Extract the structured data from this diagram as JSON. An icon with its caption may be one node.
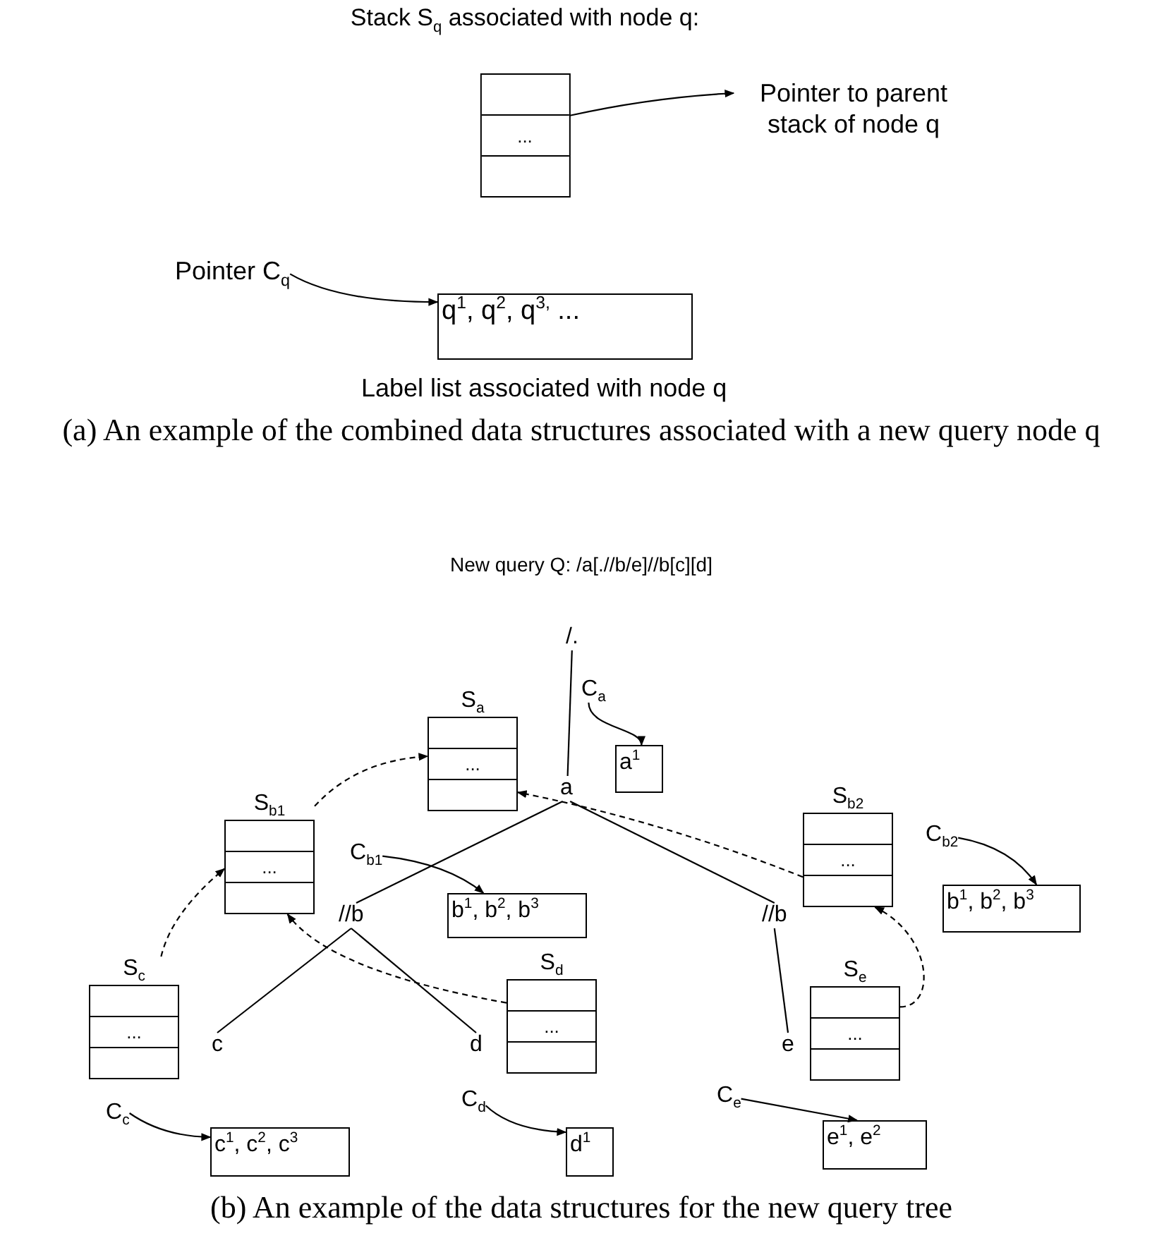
{
  "diagram": {
    "nodes": [
      {
        "text": [
          "Stack S$_{q}$ associated with node q:",
          "..."
        ]
      },
      {
        "text": [
          "Pointer to parent stack of node q"
        ]
      },
      {
        "text": [
          "Pointer C$_{q}$"
        ]
      },
      {
        "text": [
          "q$^{1}$, q$^{2}$, q$^{3,}$ ..."
        ],
        "beside": [
          "Label list associated with node q"
        ]
      },
      {
        "text": [
          "/."
        ]
      },
      {
        "text": [
          "C$_{a}$"
        ]
      },
      {
        "text": [
          "S$_{a}$",
          "..."
        ]
      },
      {
        "text": [
          "a$^{1}$"
        ]
      },
      {
        "text": [
          "a"
        ]
      },
      {
        "text": [
          "S$_{b1}$",
          "..."
        ]
      },
      {
        "text": [
          "S$_{b2}$",
          "..."
        ]
      },
      {
        "text": [
          "C$_{b1}$"
        ]
      },
      {
        "text": [
          "C$_{b2}$"
        ]
      },
      {
        "text": [
          "b$^{1}$, b$^{2}$, b$^{3}$"
        ]
      },
      {
        "text": [
          "b$^{1}$, b$^{2}$, b$^{3}$"
        ]
      },
      {
        "text": [
          "//b"
        ]
      },
      {
        "text": [
          "//b"
        ]
      },
      {
        "text": [
          "S$_{c}$",
          "..."
        ]
      },
      {
        "text": [
          "S$_{d}$",
          "..."
        ]
      },
      {
        "text": [
          "S$_{e}$",
          "..."
        ]
      },
      {
        "text": [
          "c"
        ]
      },
      {
        "text": [
          "d"
        ]
      },
      {
        "text": [
          "e"
        ]
      },
      {
        "text": [
          "C$_{c}$"
        ]
      },
      {
        "text": [
          "C$_{d}$"
        ]
      },
      {
        "text": [
          "C$_{e}$"
        ]
      },
      {
        "text": [
          "c$^{1}$, c$^{2}$, c$^{3}$"
        ]
      },
      {
        "text": [
          "d$^{1}$"
        ]
      },
      {
        "text": [
          "e$^{1}$, e$^{2}$"
        ]
      }
    ],
    "edges": [
      {
        "from": 0,
        "to": 1,
        "arrow": "to"
      },
      {
        "from": 2,
        "to": 3,
        "arrow": "to"
      },
      {
        "from": 4,
        "to": 8,
        "arrow": "none"
      },
      {
        "from": 5,
        "to": 7,
        "arrow": "to"
      },
      {
        "from": 8,
        "to": 15,
        "arrow": "none"
      },
      {
        "from": 8,
        "to": 16,
        "arrow": "none"
      },
      {
        "from": 9,
        "to": 6,
        "arrow": "to",
        "style": "dashed"
      },
      {
        "from": 10,
        "to": 6,
        "arrow": "to",
        "style": "dashed"
      },
      {
        "from": 11,
        "to": 13,
        "arrow": "to"
      },
      {
        "from": 12,
        "to": 14,
        "arrow": "to"
      },
      {
        "from": 15,
        "to": 20,
        "arrow": "none"
      },
      {
        "from": 15,
        "to": 21,
        "arrow": "none"
      },
      {
        "from": 16,
        "to": 22,
        "arrow": "none"
      },
      {
        "from": 17,
        "to": 9,
        "arrow": "to",
        "style": "dashed"
      },
      {
        "from": 18,
        "to": 9,
        "arrow": "to",
        "style": "dashed"
      },
      {
        "from": 19,
        "to": 10,
        "arrow": "to",
        "style": "dashed"
      },
      {
        "from": 23,
        "to": 26,
        "arrow": "to"
      },
      {
        "from": 24,
        "to": 27,
        "arrow": "to"
      },
      {
        "from": 25,
        "to": 28,
        "arrow": "to"
      }
    ],
    "labels": [
      "(a) An example of the combined data structures associated with a new query node q",
      "New query Q: /a[.//b/e]//b[c][d]",
      "(b) An example of the data structures for the new query tree"
    ]
  }
}
